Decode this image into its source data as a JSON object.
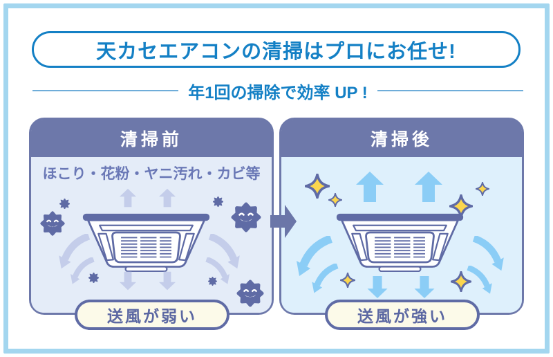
{
  "title": "天カセエアコンの清掃はプロにお任せ!",
  "subtitle": "年1回の掃除で効率 UP !",
  "panels": {
    "before": {
      "header": "清掃前",
      "caption": "ほこり・花粉・ヤニ汚れ・カビ等",
      "label": "送風が弱い"
    },
    "after": {
      "header": "清掃後",
      "label": "送風が強い"
    }
  },
  "icons": {
    "ac_unit": "ceiling-cassette-ac-icon",
    "block_arrow": "airflow-arrow-icon",
    "curve_arrow": "airflow-curved-arrow-icon",
    "germ": "germ-face-icon",
    "spore": "dust-particle-icon",
    "sparkle": "sparkle-star-icon",
    "transition": "before-to-after-arrow-icon"
  },
  "colors": {
    "frame_border": "#a3d6ef",
    "accent": "#1480c5",
    "rule": "#6fadd9",
    "header_bg": "#6d78aa",
    "header_text": "#ffffff",
    "body_before": "#e4ecf8",
    "body_after": "#def0fc",
    "ink_muted": "#6a78b6",
    "navy": "#5f6ba5",
    "arrow_weak": "#c4cdea",
    "arrow_strong": "#8bcdf6",
    "sparkle": "#fbd64e",
    "pill_bg": "#fcfae9",
    "pill_text": "#5b67a2",
    "mid_arrow": "#6b76a8"
  }
}
